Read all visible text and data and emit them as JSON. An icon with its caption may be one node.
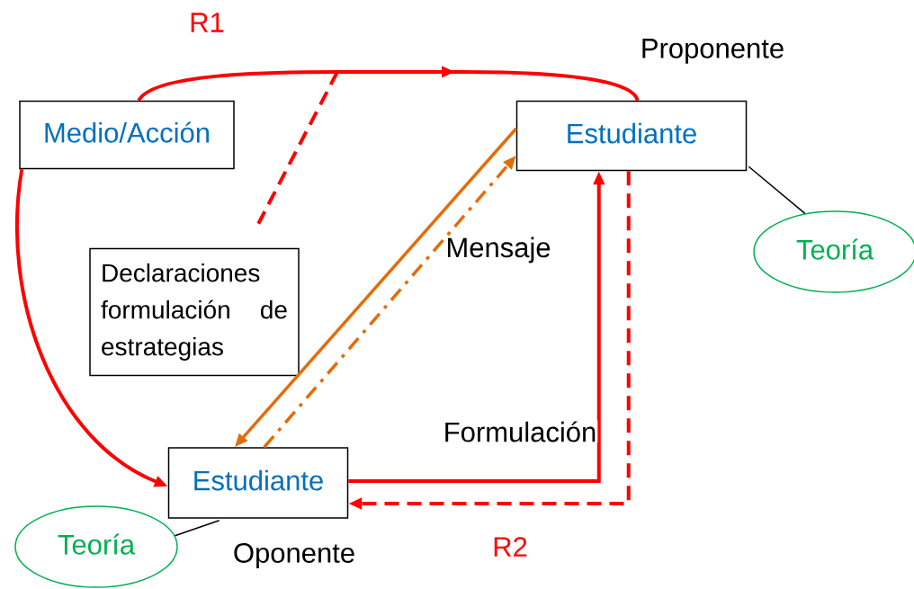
{
  "diagram": {
    "nodes": [
      {
        "text": [
          "Medio/Acción"
        ]
      },
      {
        "text": [
          "Estudiante"
        ],
        "beside": [
          "Proponente"
        ]
      },
      {
        "text": [
          "Teoría"
        ]
      },
      {
        "text": [
          "Declaraciones formulación de estrategias"
        ]
      },
      {
        "text": [
          "Estudiante"
        ],
        "beside": [
          "Oponente"
        ]
      },
      {
        "text": [
          "Teoría"
        ]
      }
    ],
    "edges": [
      {
        "from": 0,
        "to": 1,
        "arrow": "to",
        "label": "R1"
      },
      {
        "from": null,
        "to": 3,
        "arrow": "none",
        "style": "dashed"
      },
      {
        "from": 0,
        "to": 4,
        "arrow": "to"
      },
      {
        "from": 1,
        "to": 4,
        "arrow": "to",
        "color": "#e36c09"
      },
      {
        "from": 4,
        "to": 1,
        "arrow": "to",
        "style": "dashed",
        "color": "#e36c09",
        "label": "Mensaje"
      },
      {
        "from": 4,
        "to": 1,
        "arrow": "to",
        "label": "Formulación"
      },
      {
        "from": 1,
        "to": 4,
        "arrow": "to",
        "style": "dashed",
        "label": "R2"
      },
      {
        "from": 1,
        "to": 2,
        "arrow": "none",
        "color": "#000000"
      },
      {
        "from": 4,
        "to": 5,
        "arrow": "none",
        "color": "#000000"
      }
    ]
  }
}
